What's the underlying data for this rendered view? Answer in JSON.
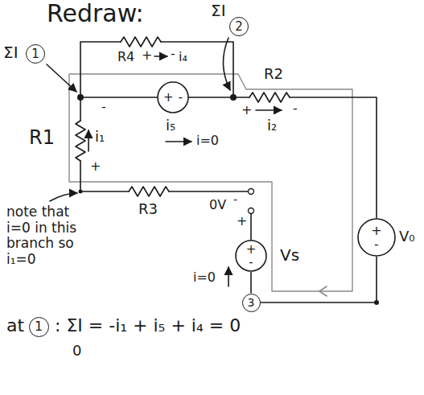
{
  "diagram": {
    "title": "Redraw:",
    "nodes": [
      {
        "text": [
          "2"
        ]
      },
      {
        "text": [
          "1"
        ]
      },
      {
        "text": [
          "+",
          "-"
        ]
      },
      {
        "text": [
          "+",
          "-"
        ]
      },
      {
        "text": [
          "+",
          "-"
        ]
      },
      {
        "text": [
          "3"
        ]
      },
      {
        "text": [
          "1"
        ]
      }
    ],
    "edges": [
      {
        "from": 4,
        "to": 5,
        "arrow": "none"
      },
      {
        "from": 5,
        "to": 3,
        "arrow": "none"
      }
    ],
    "labels": [
      "ΣI",
      "ΣI",
      "R4",
      "+",
      "-",
      "i₄",
      "R2",
      "+",
      "-",
      "i₂",
      "-",
      "R1",
      "i₁",
      "+",
      "i₅",
      "i=0",
      "R3",
      "0V",
      "-",
      "+",
      "Vs",
      "i=0",
      "V₀",
      "note that i=0 in this branch so i₁=0",
      "at",
      ": ΣI = -i₁ + i₅ + i₄ = 0",
      "0"
    ]
  }
}
